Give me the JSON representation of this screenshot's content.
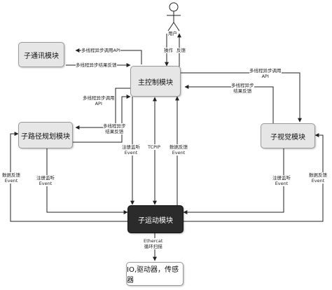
{
  "actor": {
    "name": "用户"
  },
  "nodes": {
    "comm": "子通讯模块",
    "main": "主控制模块",
    "path": "子路径规划模块",
    "vision": "子视觉模块",
    "motion": "子运动模块",
    "io": "IO,驱动器，传感器"
  },
  "edges": {
    "main_to_comm": "多线程异步调用API",
    "comm_to_main": "多线程异步结果反馈",
    "user_op": "操作",
    "user_fb": "反馈",
    "main_to_vision_1": "多线程异步调用",
    "main_to_vision_2": "API",
    "vision_to_main_1": "多线程异步",
    "vision_to_main_2": "结果反馈",
    "main_to_path_1": "多线程异步调用",
    "main_to_path_2": "API",
    "path_to_main_1": "多线程异步",
    "path_to_main_2": "结果反馈",
    "reg_main_1": "注册监听",
    "reg_main_2": "Event",
    "tcpip": "TCPIP",
    "fb_main_1": "数据反馈",
    "fb_main_2": "Event",
    "fb_path_1": "数据反馈",
    "fb_path_2": "Event",
    "reg_path_1": "注册监听",
    "reg_path_2": "Event",
    "reg_vision_1": "注册监听",
    "reg_vision_2": "Event",
    "fb_vision_1": "数据反馈",
    "fb_vision_2": "Event",
    "ethercat_1": "Ethercat",
    "ethercat_2": "循环扫描"
  },
  "colors": {
    "line": "#222222",
    "node_fill": "#e6e6e6",
    "motion_fill": "#2b2b2b"
  }
}
